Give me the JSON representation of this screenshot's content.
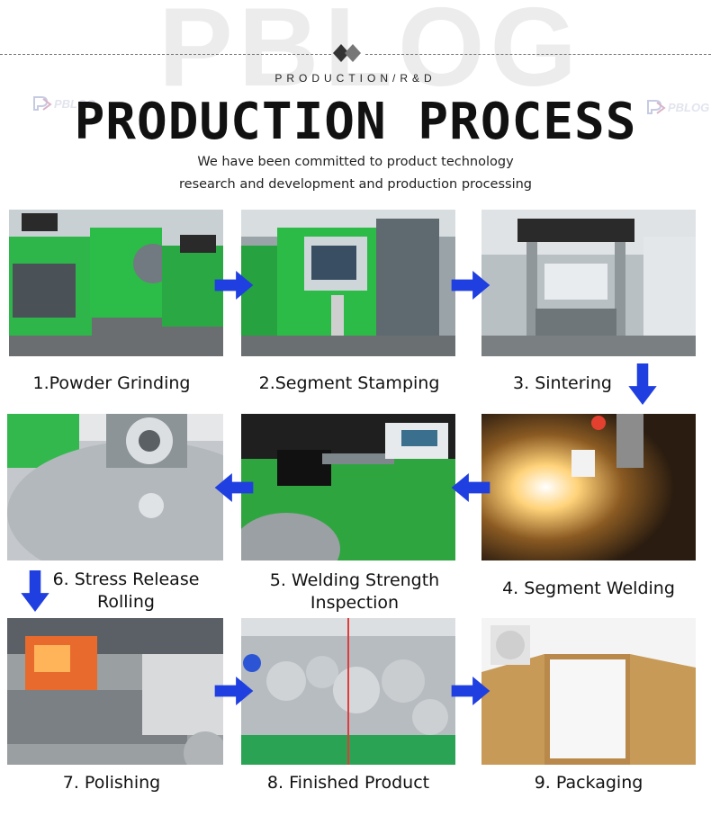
{
  "watermark": {
    "text": "PBLOG",
    "logo_text": "PBLOG"
  },
  "header": {
    "eyebrow": "PRODUCTION/R&D",
    "title": "PRODUCTION PROCESS",
    "subtitle_line1": "We have been committed to product technology",
    "subtitle_line2": "research and development and production processing"
  },
  "steps": [
    {
      "label": "1.Powder Grinding",
      "image": "powder-grinding-photo"
    },
    {
      "label": "2.Segment Stamping",
      "image": "segment-stamping-photo"
    },
    {
      "label": "3. Sintering",
      "image": "sintering-photo"
    },
    {
      "label": "4. Segment Welding",
      "image": "segment-welding-photo"
    },
    {
      "label_line1": "5. Welding Strength",
      "label_line2": "Inspection",
      "image": "welding-inspection-photo"
    },
    {
      "label_line1": "6. Stress Release",
      "label_line2": "Rolling",
      "image": "stress-release-photo"
    },
    {
      "label": "7. Polishing",
      "image": "polishing-photo"
    },
    {
      "label": "8. Finished Product",
      "image": "finished-product-photo"
    },
    {
      "label": "9. Packaging",
      "image": "packaging-photo"
    }
  ],
  "colors": {
    "arrow": "#1f3fe0",
    "machine_green": "#2eb84a",
    "text": "#111111"
  },
  "icons": {
    "arrow_right": "arrow-right-icon",
    "arrow_left": "arrow-left-icon",
    "arrow_down": "arrow-down-icon",
    "divider": "diamond-icon"
  }
}
